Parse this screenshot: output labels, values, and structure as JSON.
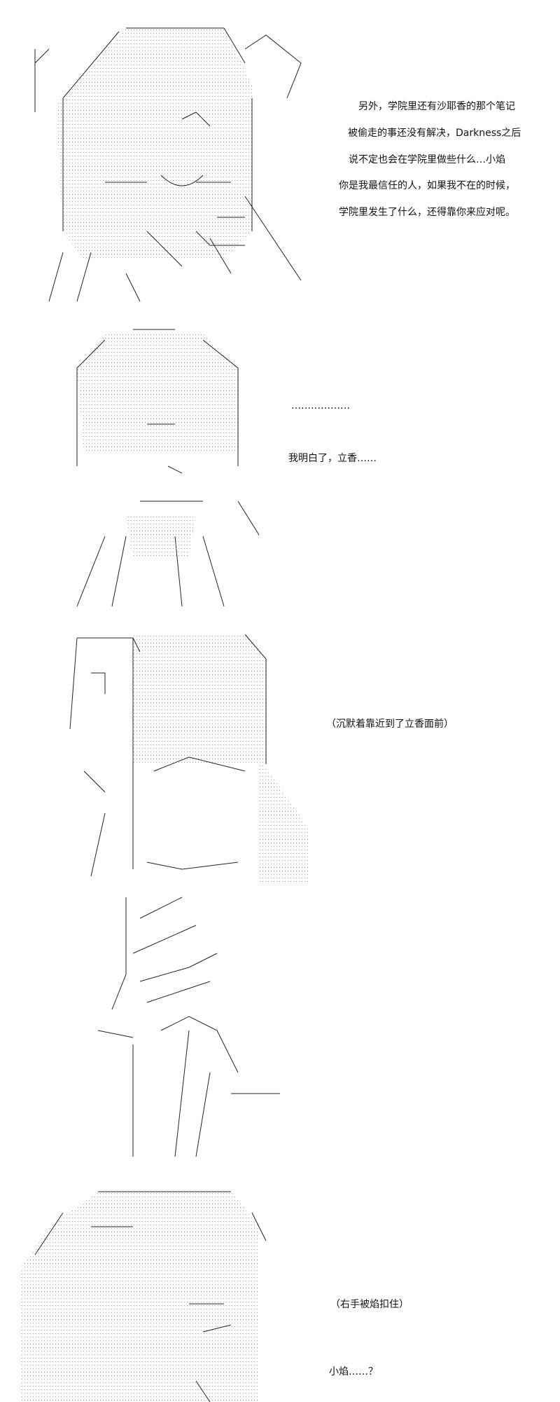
{
  "panels": [
    {
      "lines": [
        "另外，学院里还有沙耶香的那个笔记",
        "被偷走的事还没有解决，Darkness之后",
        "说不定也会在学院里做些什么…小焰",
        "你是我最信任的人，如果我不在的时候，",
        "学院里发生了什么，还得靠你来应对呢。"
      ]
    },
    {
      "lines": [
        "………………",
        "我明白了，立香……"
      ]
    },
    {
      "lines": [
        "（沉默着靠近到了立香面前）"
      ]
    },
    {
      "lines": []
    },
    {
      "lines": [
        "（右手被焰扣住）",
        "小焰……？"
      ]
    }
  ]
}
